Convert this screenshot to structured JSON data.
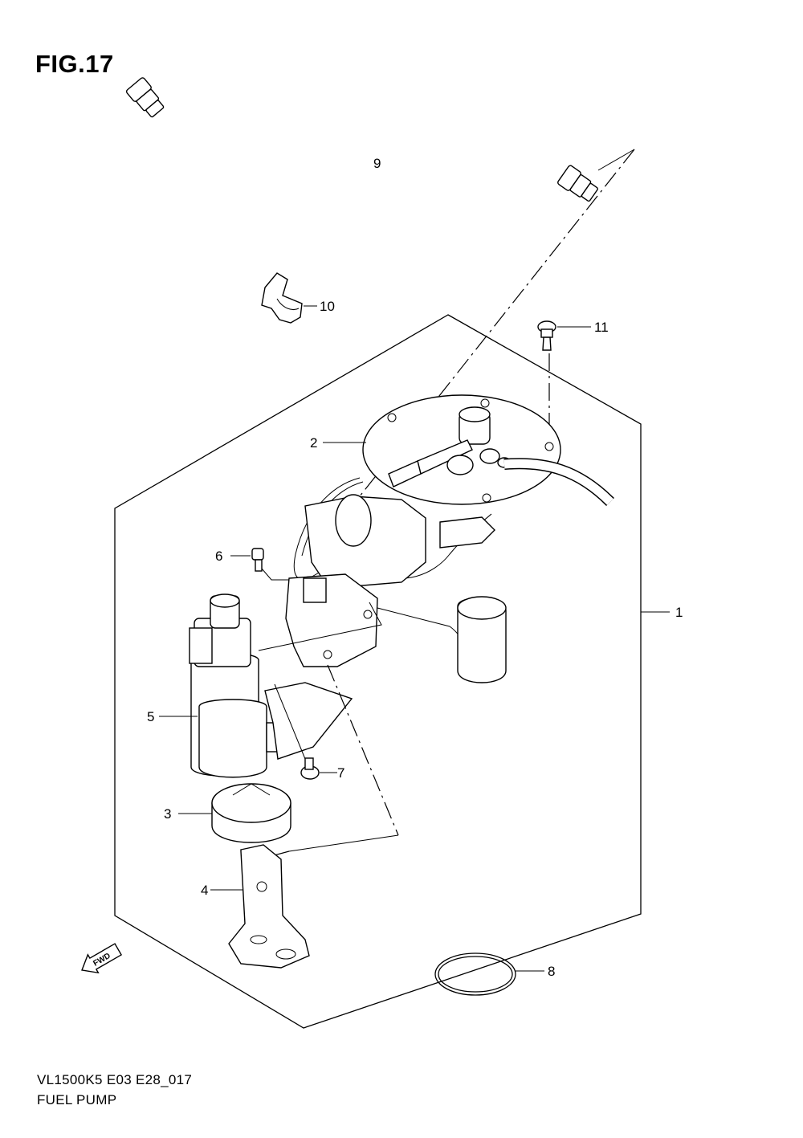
{
  "figure": {
    "title": "FIG.17",
    "code": "VL1500K5 E03 E28_017",
    "name": "FUEL PUMP",
    "direction_badge": "FWD"
  },
  "callouts": [
    {
      "id": "1",
      "label": "1"
    },
    {
      "id": "2",
      "label": "2"
    },
    {
      "id": "3",
      "label": "3"
    },
    {
      "id": "4",
      "label": "4"
    },
    {
      "id": "5",
      "label": "5"
    },
    {
      "id": "6",
      "label": "6"
    },
    {
      "id": "7",
      "label": "7"
    },
    {
      "id": "8",
      "label": "8"
    },
    {
      "id": "9",
      "label": "9"
    },
    {
      "id": "10",
      "label": "10"
    },
    {
      "id": "11",
      "label": "11"
    }
  ]
}
